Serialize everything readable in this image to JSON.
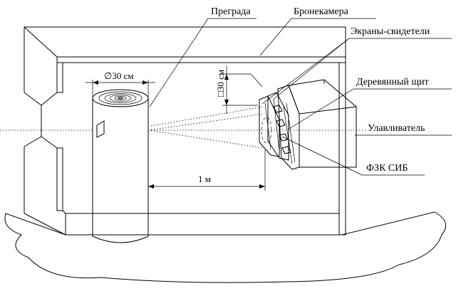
{
  "labels": {
    "barrier": "Преграда",
    "chamber": "Бронекамера",
    "witness_screens": "Экраны-свидетели",
    "wooden_shield": "Деревянный щит",
    "catcher": "Улавливатель",
    "fzk": "ФЗК СИБ"
  },
  "dimensions": {
    "diameter": "∅30 см",
    "square": "□30 см",
    "distance": "1 м"
  }
}
